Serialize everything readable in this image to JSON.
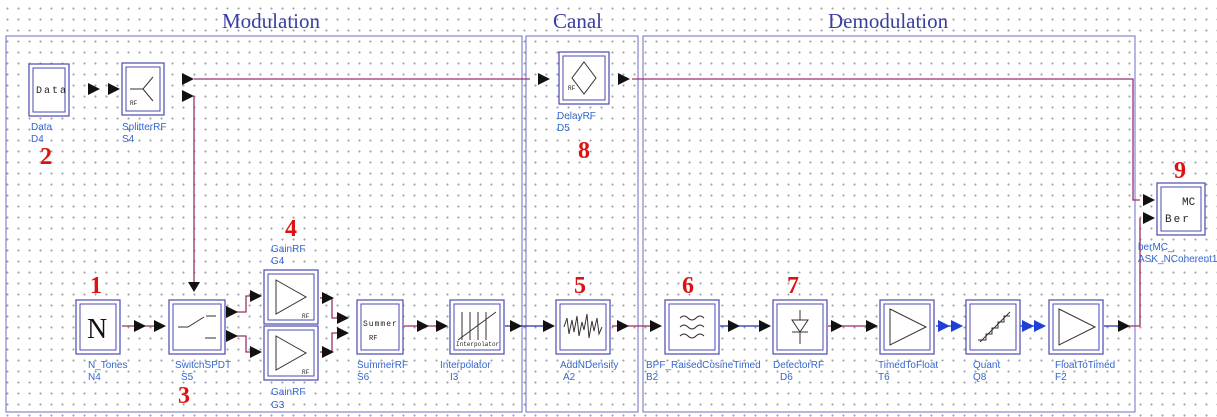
{
  "sections": {
    "modulation": "Modulation",
    "canal": "Canal",
    "demodulation": "Demodulation"
  },
  "blocks": {
    "data": {
      "name": "Data",
      "id": "D4",
      "icon_text": "Data"
    },
    "splitter": {
      "name": "SplitterRF",
      "id": "S4",
      "icon_text": "RF"
    },
    "delay": {
      "name": "DelayRF",
      "id": "D5",
      "icon_text": "RF"
    },
    "ber": {
      "name": "berMC_",
      "id": "ASK_NCoherent1",
      "icon_text_1": "MC",
      "icon_text_2": "Ber"
    },
    "ntones": {
      "name": "N_Tones",
      "id": "N4",
      "icon_text": "N"
    },
    "switch": {
      "name": "SwitchSPDT",
      "id": "S5"
    },
    "gain_top": {
      "name": "GainRF",
      "id": "G4",
      "icon_text": "RF"
    },
    "gain_bot": {
      "name": "GainRF",
      "id": "G3",
      "icon_text": "RF"
    },
    "summer": {
      "name": "SummerRF",
      "id": "S6",
      "icon_text_1": "Summer",
      "icon_text_2": "RF"
    },
    "interp": {
      "name": "Interpolator",
      "id": "I3",
      "icon_text": "Interpolator"
    },
    "addn": {
      "name": "AddNDensity",
      "id": "A2"
    },
    "bpf": {
      "name": "BPF_RaisedCosineTimed",
      "id": "B2"
    },
    "detector": {
      "name": "DetectorRF",
      "id": "D6"
    },
    "timed2float": {
      "name": "TimedToFloat",
      "id": "T6"
    },
    "quant": {
      "name": "Quant",
      "id": "Q8"
    },
    "float2timed": {
      "name": "FloatToTimed",
      "id": "F2"
    }
  },
  "markers": [
    "1",
    "2",
    "3",
    "4",
    "5",
    "6",
    "7",
    "8",
    "9"
  ],
  "colors": {
    "section_border": "#6b6fc6",
    "rf_wire": "#9b2f6a",
    "timed_wire": "#2233aa",
    "marker": "#dd1111",
    "label": "#3366cc"
  }
}
